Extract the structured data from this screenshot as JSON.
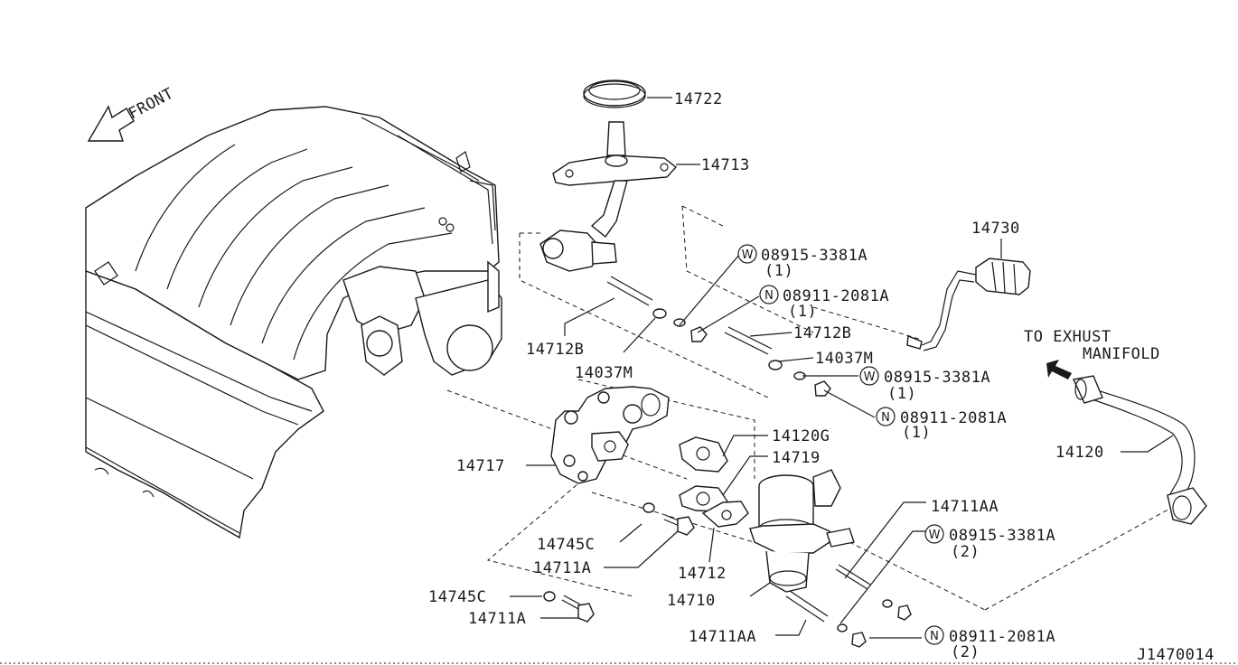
{
  "drawing_id": "J1470014",
  "front_label": "FRONT",
  "exhaust_label": [
    "TO EXHUST",
    "MANIFOLD"
  ],
  "parts": {
    "p14722": "14722",
    "p14713": "14713",
    "p14730": "14730",
    "p14712B_left": "14712B",
    "p14712B_right": "14712B",
    "p14037M_left": "14037M",
    "p14037M_right": "14037M",
    "p14120G": "14120G",
    "p14719": "14719",
    "p14717": "14717",
    "p14745C_a": "14745C",
    "p14745C_b": "14745C",
    "p14711A_a": "14711A",
    "p14711A_b": "14711A",
    "p14712": "14712",
    "p14710": "14710",
    "p14711AA_a": "14711AA",
    "p14711AA_b": "14711AA",
    "p14120": "14120"
  },
  "hardware": [
    {
      "symbol": "W",
      "code": "08915-3381A",
      "qty": "(1)"
    },
    {
      "symbol": "N",
      "code": "08911-2081A",
      "qty": "(1)"
    },
    {
      "symbol": "W",
      "code": "08915-3381A",
      "qty": "(1)"
    },
    {
      "symbol": "N",
      "code": "08911-2081A",
      "qty": "(1)"
    },
    {
      "symbol": "W",
      "code": "08915-3381A",
      "qty": "(2)"
    },
    {
      "symbol": "N",
      "code": "08911-2081A",
      "qty": "(2)"
    }
  ],
  "colors": {
    "ink": "#1a1a1a",
    "paper": "#ffffff"
  }
}
